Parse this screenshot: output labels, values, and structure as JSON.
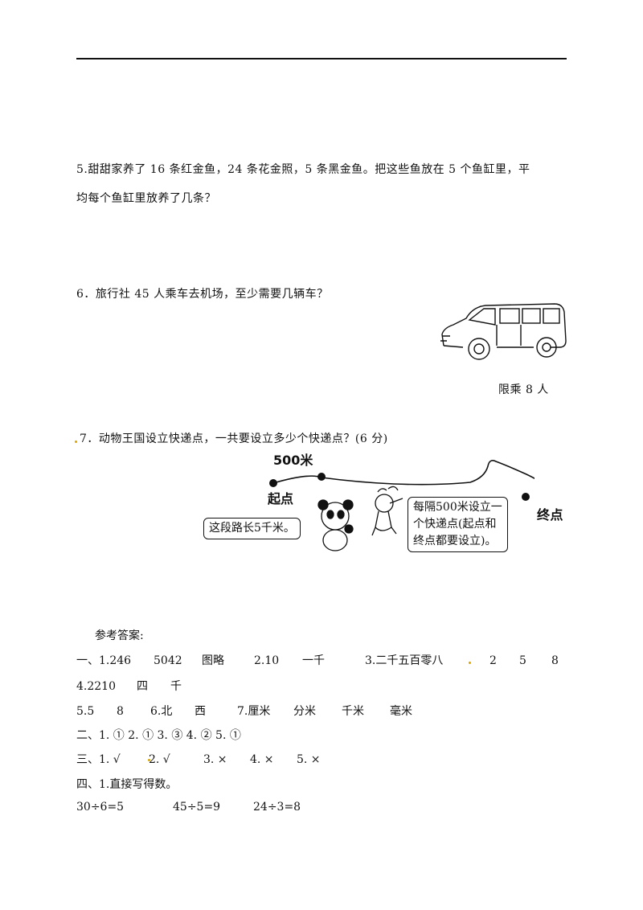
{
  "questions": {
    "q5_line1": "5.甜甜家养了 16 条红金鱼，24 条花金照，5 条黑金鱼。把这些鱼放在 5 个鱼缸里，平",
    "q5_line2": "均每个鱼缸里放养了几条？",
    "q6": "6．旅行社 45 人乘车去机场，至少需要几辆车？",
    "q6_caption": "限乘 8 人",
    "q7": "7．动物王国设立快递点，一共要设立多少个快递点？(6 分)"
  },
  "figure7": {
    "distance_label": "500米",
    "start_label": "起点",
    "end_label": "终点",
    "left_bubble": "这段路长5千米。",
    "right_bubble_line1": "每隔500米设立一",
    "right_bubble_line2": "个快递点(起点和",
    "right_bubble_line3": "终点都要设立)。"
  },
  "answers": {
    "heading": "参考答案:",
    "r1": [
      "一、1.246",
      "5042",
      "图略",
      "2.10",
      "一千",
      "3.二千五百零八",
      "2",
      "5",
      "8"
    ],
    "r2": [
      "4.2210",
      "四",
      "千"
    ],
    "r3": [
      "5.5",
      "8",
      "6.北",
      "西",
      "7.厘米",
      "分米",
      "千米",
      "毫米"
    ],
    "r4": "二、1. ①  2. ①  3. ③  4. ②  5. ①",
    "r5": [
      "三、1. √",
      "2. √",
      "3. ×",
      "4. ×",
      "5. ×"
    ],
    "r6": "四、1.直接写得数。",
    "r7": [
      "30÷6=5",
      "45÷5=9",
      "24÷3=8"
    ]
  },
  "colors": {
    "accent_dot": "#d9a300"
  }
}
